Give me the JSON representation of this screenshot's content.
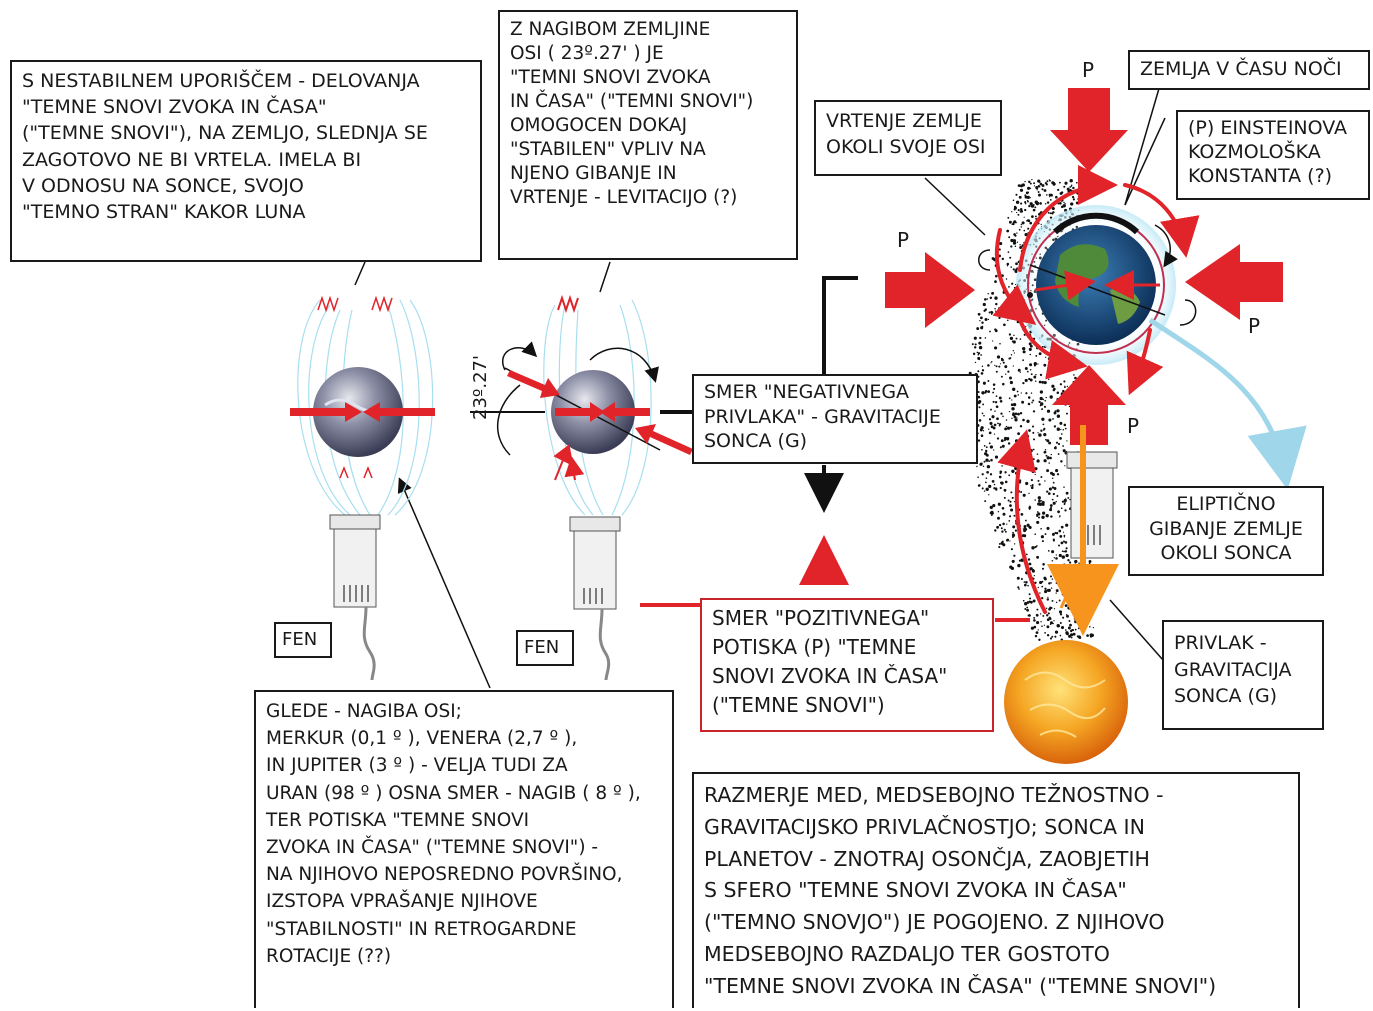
{
  "boxes": {
    "top_left": {
      "lines": [
        "S NESTABILNEM  UPORIŠČEM - DELOVANJA",
        "\"TEMNE SNOVI  ZVOKA IN ČASA\"",
        " (\"TEMNE SNOVI\"),  NA ZEMLJO, SLEDNJA SE",
        " ZAGOTOVO NE BI  VRTELA. IMELA BI",
        "V ODNOSU NA  SONCE, SVOJO",
        "\"TEMNO STRAN\"  KAKOR LUNA"
      ]
    },
    "top_middle": {
      "lines": [
        "Z  NAGIBOM  ZEMLJINE",
        "OSI  ( 23º.27' )  JE",
        "\"TEMNI SNOVI  ZVOKA",
        "IN ČASA\"  (\"TEMNI SNOVI\")",
        "OMOGOCEN  DOKAJ",
        "\"STABILEN\"  VPLIV  NA",
        "NJENO  GIBANJE IN",
        "VRTENJE  -  LEVITACIJO  (?)"
      ]
    },
    "rotation": {
      "lines": [
        "VRTENJE  ZEMLJE",
        "OKOLI  SVOJE  OSI"
      ]
    },
    "earth_night": {
      "lines": [
        "ZEMLJA V ČASU NOČI"
      ]
    },
    "einstein": {
      "lines": [
        "(P)  EINSTEINOVA",
        "KOZMOLOŠKA",
        "KONSTANTA  (?)"
      ]
    },
    "negative": {
      "lines": [
        "SMER \"NEGATIVNEGA",
        "PRIVLAKA\" -  GRAVITACIJE",
        "SONCA (G)"
      ]
    },
    "elliptic": {
      "lines": [
        "ELIPTIČNO",
        "GIBANJE ZEMLJE",
        "OKOLI SONCA"
      ]
    },
    "positive": {
      "lines": [
        "SMER  \"POZITIVNEGA\"",
        "POTISKA  (P)  \"TEMNE",
        "SNOVI  ZVOKA  IN ČASA\"",
        "(\"TEMNE  SNOVI\")"
      ]
    },
    "privlak": {
      "lines": [
        "PRIVLAK -",
        "GRAVITACIJA",
        "SONCA  (G)"
      ]
    },
    "axes": {
      "lines": [
        "GLEDE -  NAGIBA OSI;",
        "MERKUR (0,1 º  ), VENERA (2,7 º ),",
        "IN  JUPITER  (3 º )  - VELJA TUDI   ZA",
        "URAN (98 º ) OSNA SMER - NAGIB ( 8 º ),",
        "TER  POTISKA  \"TEMNE  SNOVI",
        "ZVOKA IN ČASA\"  (\"TEMNE SNOVI\")   -",
        " NA NJIHOVO NEPOSREDNO POVRŠINO,",
        " IZSTOPA VPRAŠANJE  NJIHOVE",
        " \"STABILNOSTI\"  IN   RETROGARDNE",
        " ROTACIJE (??)"
      ]
    },
    "ratio": {
      "lines": [
        "RAZMERJE  MED, MEDSEBOJNO TEŽNOSTNO -",
        "GRAVITACIJSKO  PRIVLAČNOSTJO;  SONCA  IN",
        "PLANETOV -  ZNOTRAJ  OSONČJA,  ZAOBJETIH",
        "S  SFERO  \"TEMNE SNOVI ZVOKA  IN  ČASA\"",
        "(\"TEMNO SNOVJO\")  JE  POGOJENO.  Z  NJIHOVO",
        "MEDSEBOJNO  RAZDALJO  TER  GOSTOTO",
        "\"TEMNE  SNOVI  ZVOKA  IN  ČASA\"  (\"TEMNE  SNOVI\")"
      ]
    },
    "fen1": {
      "lines": [
        "FEN"
      ]
    },
    "fen2": {
      "lines": [
        "FEN"
      ]
    }
  },
  "labels": {
    "p_top": "P",
    "p_left": "P",
    "p_right": "P",
    "p_bottom": "P",
    "angle": "23º.27'"
  },
  "colors": {
    "arrow_red": "#e0242a",
    "airflow": "#a8dff0",
    "orbit_blue": "#9fd6ea",
    "sun": "#f2a51e",
    "orange_arrow": "#f7941d",
    "earth_ocean": "#1e5a8e",
    "earth_land": "#4e8a3a"
  }
}
